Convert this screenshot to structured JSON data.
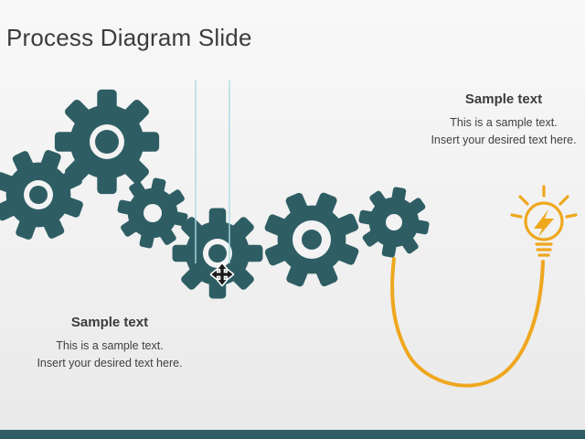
{
  "slide": {
    "title": "Process Diagram Slide"
  },
  "callouts": {
    "right": {
      "heading": "Sample text",
      "line1": "This is a sample text.",
      "line2": "Insert your desired text here."
    },
    "left": {
      "heading": "Sample text",
      "line1": "This is a sample text.",
      "line2": "Insert your desired text here."
    }
  },
  "diagram": {
    "gear_count": 6,
    "icons": {
      "gear": "gear-icon (SVG cog shape)",
      "lightbulb": "lightbulb-icon (outlined bulb with lightning bolt and rays)",
      "move_cursor": "move-cursor-icon (four-direction arrow pointer)"
    }
  },
  "colors": {
    "gear_teal": "#2E5E64",
    "accent_yellow": "#EFA71E",
    "guide_blue": "#A9DBE4",
    "title_text": "#3C3C3C",
    "body_text": "#404040",
    "slide_background": "#F2F2F2",
    "footer_bar": "#2E5E64"
  }
}
